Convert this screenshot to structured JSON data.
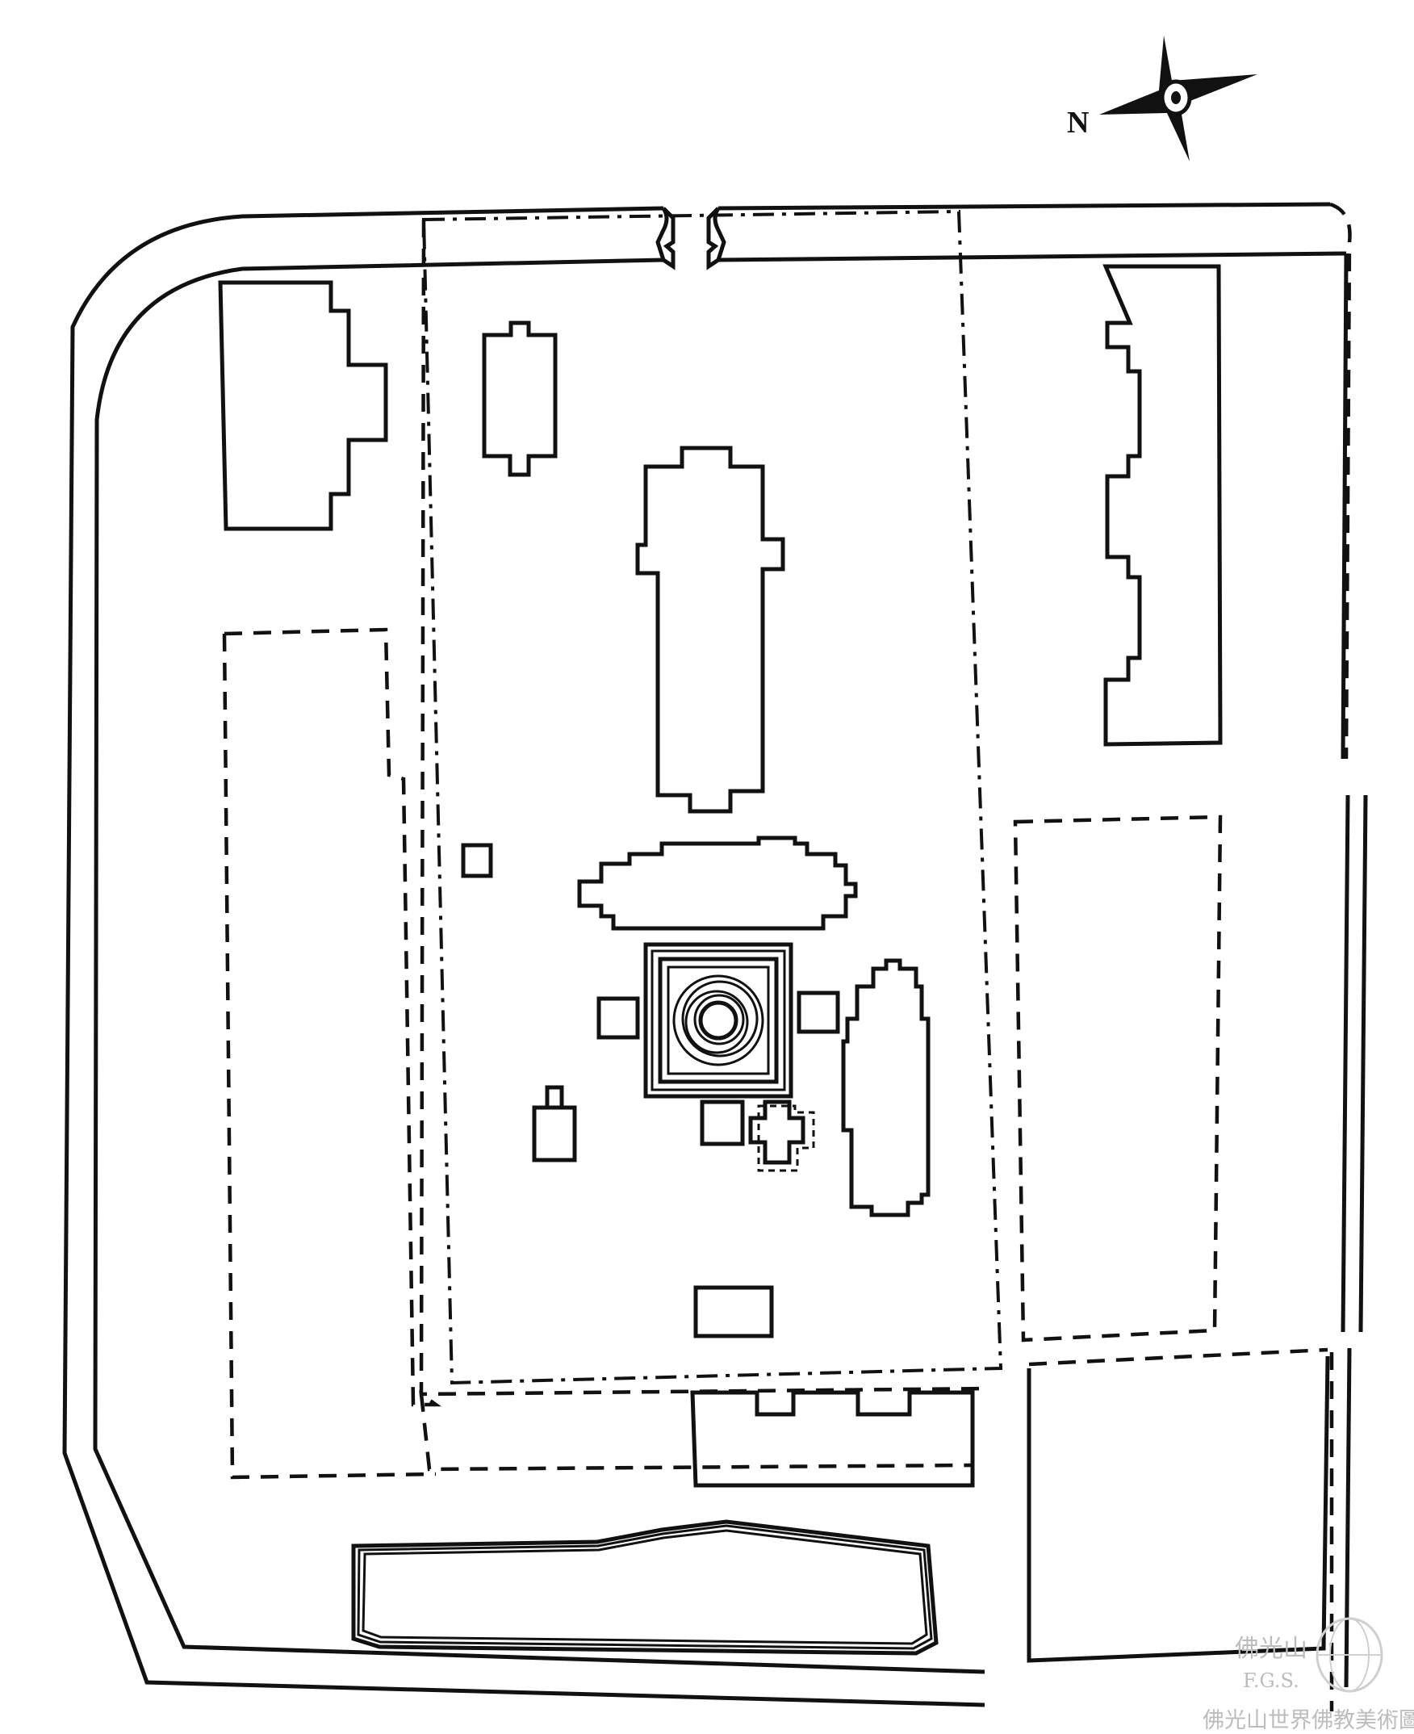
{
  "compass": {
    "label": "N"
  },
  "watermark": {
    "logo_text": "佛光山",
    "logo_subtext": "F.G.S.",
    "caption": "佛光山世界佛教美術圖說大辭典"
  }
}
